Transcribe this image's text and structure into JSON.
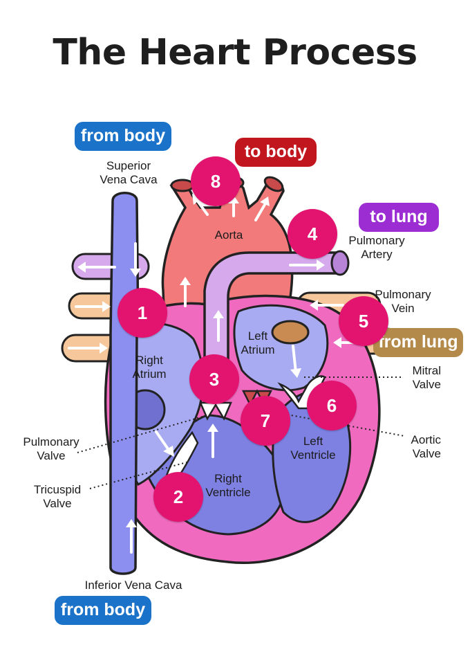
{
  "title": "The Heart Process",
  "tags": {
    "from_body_top": "from body",
    "to_body": "to body",
    "to_lung": "to lung",
    "from_lung": "from lung",
    "from_body_bottom": "from body"
  },
  "labels": {
    "superior_vena_cava": "Superior\nVena Cava",
    "aorta": "Aorta",
    "pulmonary_artery": "Pulmonary\nArtery",
    "pulmonary_vein": "Pulmonary\nVein",
    "left_atrium": "Left\nAtrium",
    "right_atrium": "Right\nAtrium",
    "mitral_valve": "Mitral\nValve",
    "aortic_valve": "Aortic\nValve",
    "pulmonary_valve": "Pulmonary\nValve",
    "tricuspid_valve": "Tricuspid\nValve",
    "left_ventricle": "Left\nVentricle",
    "right_ventricle": "Right\nVentricle",
    "inferior_vena_cava": "Inferior Vena Cava"
  },
  "steps": [
    "1",
    "2",
    "3",
    "4",
    "5",
    "6",
    "7",
    "8"
  ],
  "colors": {
    "step_circle": "#e2146f",
    "blue_tag": "#1a72c9",
    "red_tag": "#c2161f",
    "purple_tag": "#9b2dd2",
    "tan_tag": "#b38a4a",
    "vena_cava": "#8c8ef0",
    "aorta": "#f27a7a",
    "pulmonary_artery": "#d6a8ec",
    "pulmonary_vein": "#f6c79a",
    "heart_wall": "#f06bc0",
    "right_chambers": "#a9abf2",
    "left_chambers": "#7e80e2"
  }
}
